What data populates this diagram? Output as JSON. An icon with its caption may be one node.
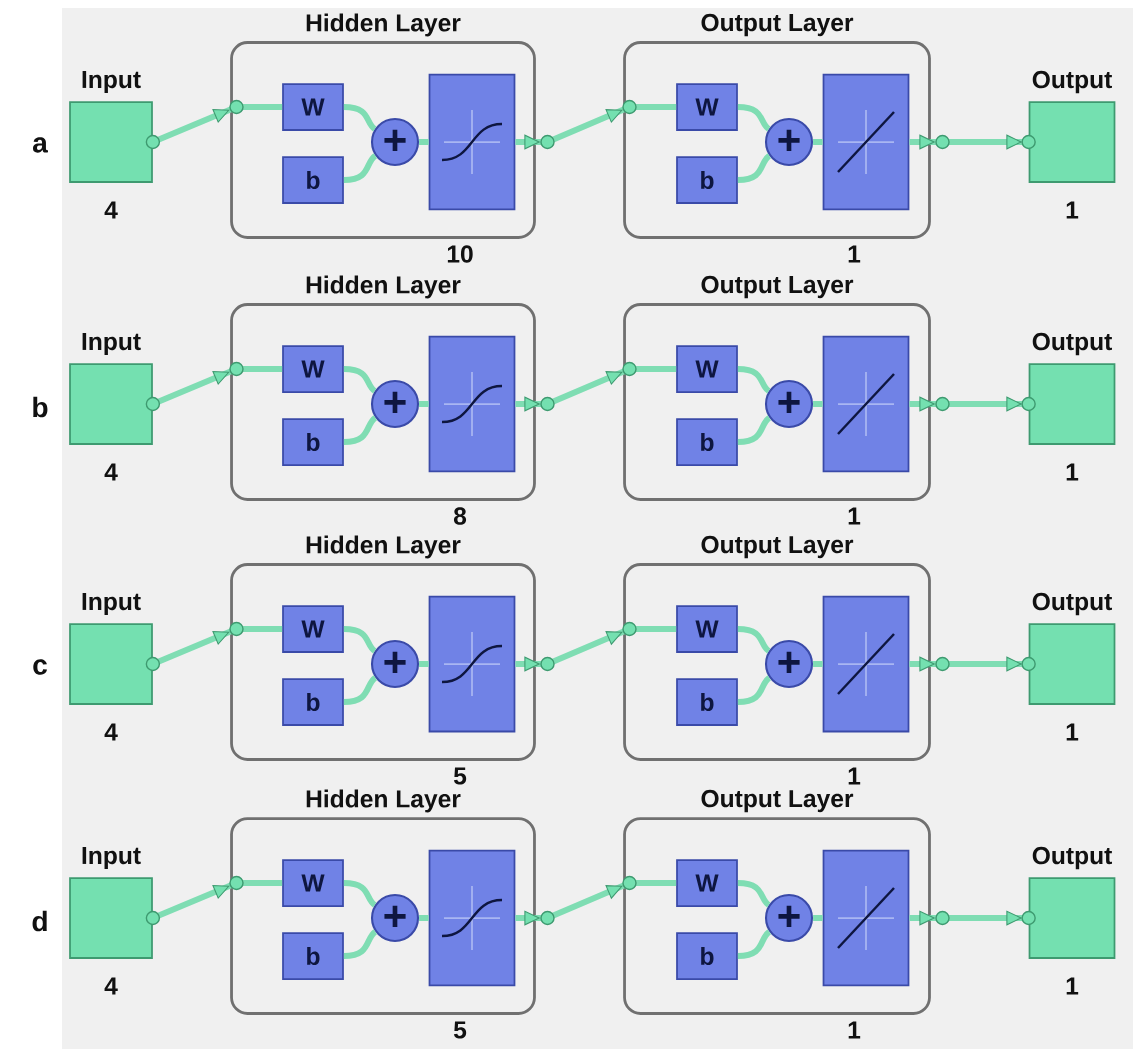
{
  "diagram": {
    "nodes": [
      {
        "text": [
          "Input"
        ],
        "beside": [
          "4"
        ]
      },
      {
        "text": [
          "Hidden Layer"
        ],
        "beside": [
          "10"
        ]
      },
      {
        "text": [
          "W"
        ],
        "in": 1
      },
      {
        "text": [
          "b"
        ],
        "in": 1
      },
      {
        "text": [
          "+"
        ],
        "in": 1
      },
      {
        "text": [],
        "shape": "box",
        "in": 1
      },
      {
        "text": [
          "Output Layer"
        ],
        "beside": [
          "1"
        ]
      },
      {
        "text": [
          "W"
        ],
        "in": 6
      },
      {
        "text": [
          "b"
        ],
        "in": 6
      },
      {
        "text": [
          "+"
        ],
        "in": 6
      },
      {
        "text": [],
        "shape": "box",
        "in": 6
      },
      {
        "text": [
          "Output"
        ],
        "beside": [
          "1"
        ]
      },
      {
        "text": [
          "Input"
        ],
        "beside": [
          "4"
        ]
      },
      {
        "text": [
          "Hidden Layer"
        ],
        "beside": [
          "8"
        ]
      },
      {
        "text": [
          "W"
        ],
        "in": 13
      },
      {
        "text": [
          "b"
        ],
        "in": 13
      },
      {
        "text": [
          "+"
        ],
        "in": 13
      },
      {
        "text": [],
        "shape": "box",
        "in": 13
      },
      {
        "text": [
          "Output Layer"
        ],
        "beside": [
          "1"
        ]
      },
      {
        "text": [
          "W"
        ],
        "in": 18
      },
      {
        "text": [
          "b"
        ],
        "in": 18
      },
      {
        "text": [
          "+"
        ],
        "in": 18
      },
      {
        "text": [],
        "shape": "box",
        "in": 18
      },
      {
        "text": [
          "Output"
        ],
        "beside": [
          "1"
        ]
      },
      {
        "text": [
          "Input"
        ],
        "beside": [
          "4"
        ]
      },
      {
        "text": [
          "Hidden Layer"
        ],
        "beside": [
          "5"
        ]
      },
      {
        "text": [
          "W"
        ],
        "in": 25
      },
      {
        "text": [
          "b"
        ],
        "in": 25
      },
      {
        "text": [
          "+"
        ],
        "in": 25
      },
      {
        "text": [],
        "shape": "box",
        "in": 25
      },
      {
        "text": [
          "Output Layer"
        ],
        "beside": [
          "1"
        ]
      },
      {
        "text": [
          "W"
        ],
        "in": 30
      },
      {
        "text": [
          "b"
        ],
        "in": 30
      },
      {
        "text": [
          "+"
        ],
        "in": 30
      },
      {
        "text": [],
        "shape": "box",
        "in": 30
      },
      {
        "text": [
          "Output"
        ],
        "beside": [
          "1"
        ]
      },
      {
        "text": [
          "Input"
        ],
        "beside": [
          "4"
        ]
      },
      {
        "text": [
          "Hidden Layer"
        ],
        "beside": [
          "5"
        ]
      },
      {
        "text": [
          "W"
        ],
        "in": 37
      },
      {
        "text": [
          "b"
        ],
        "in": 37
      },
      {
        "text": [
          "+"
        ],
        "in": 37
      },
      {
        "text": [],
        "shape": "box",
        "in": 37
      },
      {
        "text": [
          "Output Layer"
        ],
        "beside": [
          "1"
        ]
      },
      {
        "text": [
          "W"
        ],
        "in": 42
      },
      {
        "text": [
          "b"
        ],
        "in": 42
      },
      {
        "text": [
          "+"
        ],
        "in": 42
      },
      {
        "text": [],
        "shape": "box",
        "in": 42
      },
      {
        "text": [
          "Output"
        ],
        "beside": [
          "1"
        ]
      }
    ],
    "edges": [
      {
        "from": 0,
        "to": 2,
        "arrow": "to"
      },
      {
        "from": 2,
        "to": 4,
        "arrow": "none"
      },
      {
        "from": 3,
        "to": 4,
        "arrow": "none"
      },
      {
        "from": 4,
        "to": 5,
        "arrow": "none"
      },
      {
        "from": 5,
        "to": 7,
        "arrow": "to"
      },
      {
        "from": 7,
        "to": 9,
        "arrow": "none"
      },
      {
        "from": 8,
        "to": 9,
        "arrow": "none"
      },
      {
        "from": 9,
        "to": 10,
        "arrow": "none"
      },
      {
        "from": 10,
        "to": 11,
        "arrow": "to"
      },
      {
        "from": 12,
        "to": 14,
        "arrow": "to"
      },
      {
        "from": 14,
        "to": 16,
        "arrow": "none"
      },
      {
        "from": 15,
        "to": 16,
        "arrow": "none"
      },
      {
        "from": 16,
        "to": 17,
        "arrow": "none"
      },
      {
        "from": 17,
        "to": 19,
        "arrow": "to"
      },
      {
        "from": 19,
        "to": 21,
        "arrow": "none"
      },
      {
        "from": 20,
        "to": 21,
        "arrow": "none"
      },
      {
        "from": 21,
        "to": 22,
        "arrow": "none"
      },
      {
        "from": 22,
        "to": 23,
        "arrow": "to"
      },
      {
        "from": 24,
        "to": 26,
        "arrow": "to"
      },
      {
        "from": 26,
        "to": 28,
        "arrow": "none"
      },
      {
        "from": 27,
        "to": 28,
        "arrow": "none"
      },
      {
        "from": 28,
        "to": 29,
        "arrow": "none"
      },
      {
        "from": 29,
        "to": 31,
        "arrow": "to"
      },
      {
        "from": 31,
        "to": 33,
        "arrow": "none"
      },
      {
        "from": 32,
        "to": 33,
        "arrow": "none"
      },
      {
        "from": 33,
        "to": 34,
        "arrow": "none"
      },
      {
        "from": 34,
        "to": 35,
        "arrow": "to"
      },
      {
        "from": 36,
        "to": 38,
        "arrow": "to"
      },
      {
        "from": 38,
        "to": 40,
        "arrow": "none"
      },
      {
        "from": 39,
        "to": 40,
        "arrow": "none"
      },
      {
        "from": 40,
        "to": 41,
        "arrow": "none"
      },
      {
        "from": 41,
        "to": 43,
        "arrow": "to"
      },
      {
        "from": 43,
        "to": 45,
        "arrow": "none"
      },
      {
        "from": 44,
        "to": 45,
        "arrow": "none"
      },
      {
        "from": 45,
        "to": 46,
        "arrow": "none"
      },
      {
        "from": 46,
        "to": 47,
        "arrow": "to"
      }
    ],
    "labels": [
      "a",
      "b",
      "c",
      "d"
    ]
  }
}
